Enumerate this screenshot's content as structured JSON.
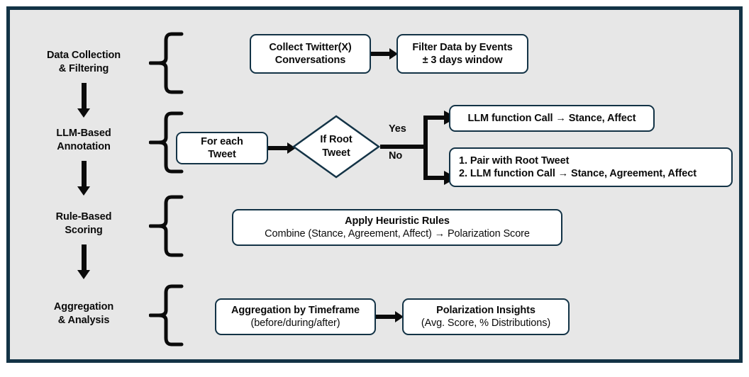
{
  "figure": {
    "frame_color": "#133346",
    "background": "#e7e7e7",
    "box_border": "#133346",
    "box_fill": "#ffffff"
  },
  "stages": [
    {
      "name": "data-collection",
      "label": "Data Collection\n& Filtering"
    },
    {
      "name": "llm-annotation",
      "label": "LLM-Based\nAnnotation"
    },
    {
      "name": "rule-scoring",
      "label": "Rule-Based\nScoring"
    },
    {
      "name": "aggregation",
      "label": "Aggregation\n& Analysis"
    }
  ],
  "nodes": {
    "collect_tweets": {
      "line1": "Collect Twitter(X)",
      "line2": "Conversations"
    },
    "filter_events": {
      "line1": "Filter Data by Events",
      "line2": "± 3 days window"
    },
    "for_each_tweet": {
      "line1": "For each",
      "line2": "Tweet"
    },
    "if_root_tweet": {
      "line1": "If Root",
      "line2": "Tweet"
    },
    "yes_branch": {
      "line1": "LLM function Call → Stance, Affect"
    },
    "no_branch": {
      "line1": "1. Pair with Root Tweet",
      "line2": "2. LLM function Call → Stance, Agreement, Affect"
    },
    "heuristic_rules": {
      "line1": "Apply Heuristic Rules",
      "sub": "Combine (Stance, Agreement, Affect) → Polarization Score"
    },
    "aggregation_timeframe": {
      "line1": "Aggregation by Timeframe",
      "sub": "(before/during/after)"
    },
    "polarization_insights": {
      "line1": "Polarization Insights",
      "sub": "(Avg. Score, % Distributions)"
    }
  },
  "branch_labels": {
    "yes": "Yes",
    "no": "No"
  }
}
